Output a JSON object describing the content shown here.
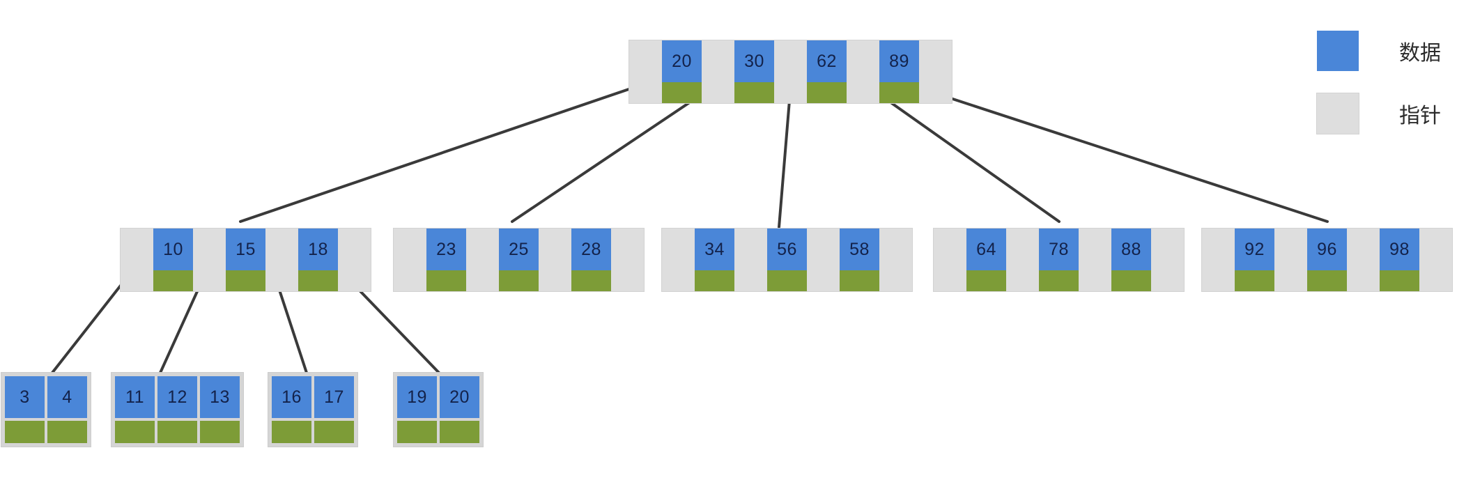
{
  "diagram": {
    "type": "b-tree",
    "legend": [
      {
        "swatch": "blue",
        "color": "#4a86d8",
        "label": "数据"
      },
      {
        "swatch": "gray",
        "color": "#dedede",
        "label": "指针"
      }
    ],
    "colors": {
      "data": "#4a86d8",
      "pointer": "#dedede",
      "child_block": "#7d9c37",
      "edge": "#3a3a3a",
      "text": "#13224a"
    },
    "levels": [
      {
        "name": "root",
        "nodes": [
          {
            "id": "root",
            "keys": [
              "20",
              "30",
              "62",
              "89"
            ],
            "pointers": 5
          }
        ]
      },
      {
        "name": "internal",
        "nodes": [
          {
            "id": "n1",
            "keys": [
              "10",
              "15",
              "18"
            ],
            "pointers": 4
          },
          {
            "id": "n2",
            "keys": [
              "23",
              "25",
              "28"
            ],
            "pointers": 4
          },
          {
            "id": "n3",
            "keys": [
              "34",
              "56",
              "58"
            ],
            "pointers": 4
          },
          {
            "id": "n4",
            "keys": [
              "64",
              "78",
              "88"
            ],
            "pointers": 4
          },
          {
            "id": "n5",
            "keys": [
              "92",
              "96",
              "98"
            ],
            "pointers": 4
          }
        ]
      },
      {
        "name": "leaf",
        "nodes": [
          {
            "id": "l1",
            "keys": [
              "3",
              "4"
            ]
          },
          {
            "id": "l2",
            "keys": [
              "11",
              "12",
              "13"
            ]
          },
          {
            "id": "l3",
            "keys": [
              "16",
              "17"
            ]
          },
          {
            "id": "l4",
            "keys": [
              "19",
              "20"
            ]
          }
        ]
      }
    ]
  }
}
